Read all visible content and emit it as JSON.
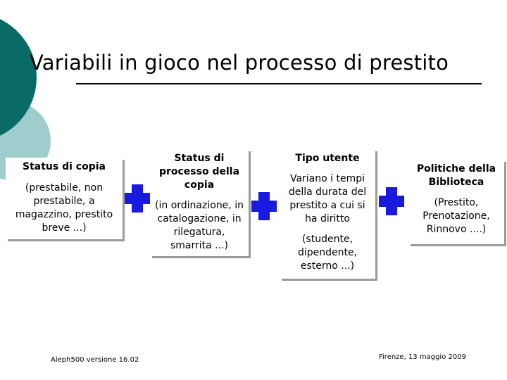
{
  "title": "Variabili in gioco nel processo di prestito",
  "colors": {
    "dark_teal": "#0a6b66",
    "light_teal": "#9fcccc",
    "plus_blue": "#1a1adf"
  },
  "boxes": [
    {
      "heading": "Status di copia",
      "text": "(prestabile, non prestabile, a magazzino, prestito breve ...)"
    },
    {
      "heading": "Status di processo della copia",
      "text": "(in ordinazione, in catalogazione, in rilegatura, smarrita ...)"
    },
    {
      "heading": "Tipo utente",
      "text": "Variano i tempi della durata del prestito a cui si ha diritto",
      "text2": "(studente, dipendente, esterno ...)"
    },
    {
      "heading": "Politiche della Biblioteca",
      "text": "(Prestito, Prenotazione, Rinnovo ....)"
    }
  ],
  "footer": {
    "left": "Aleph500 versione 16.02",
    "right": "Firenze, 13 maggio 2009"
  }
}
